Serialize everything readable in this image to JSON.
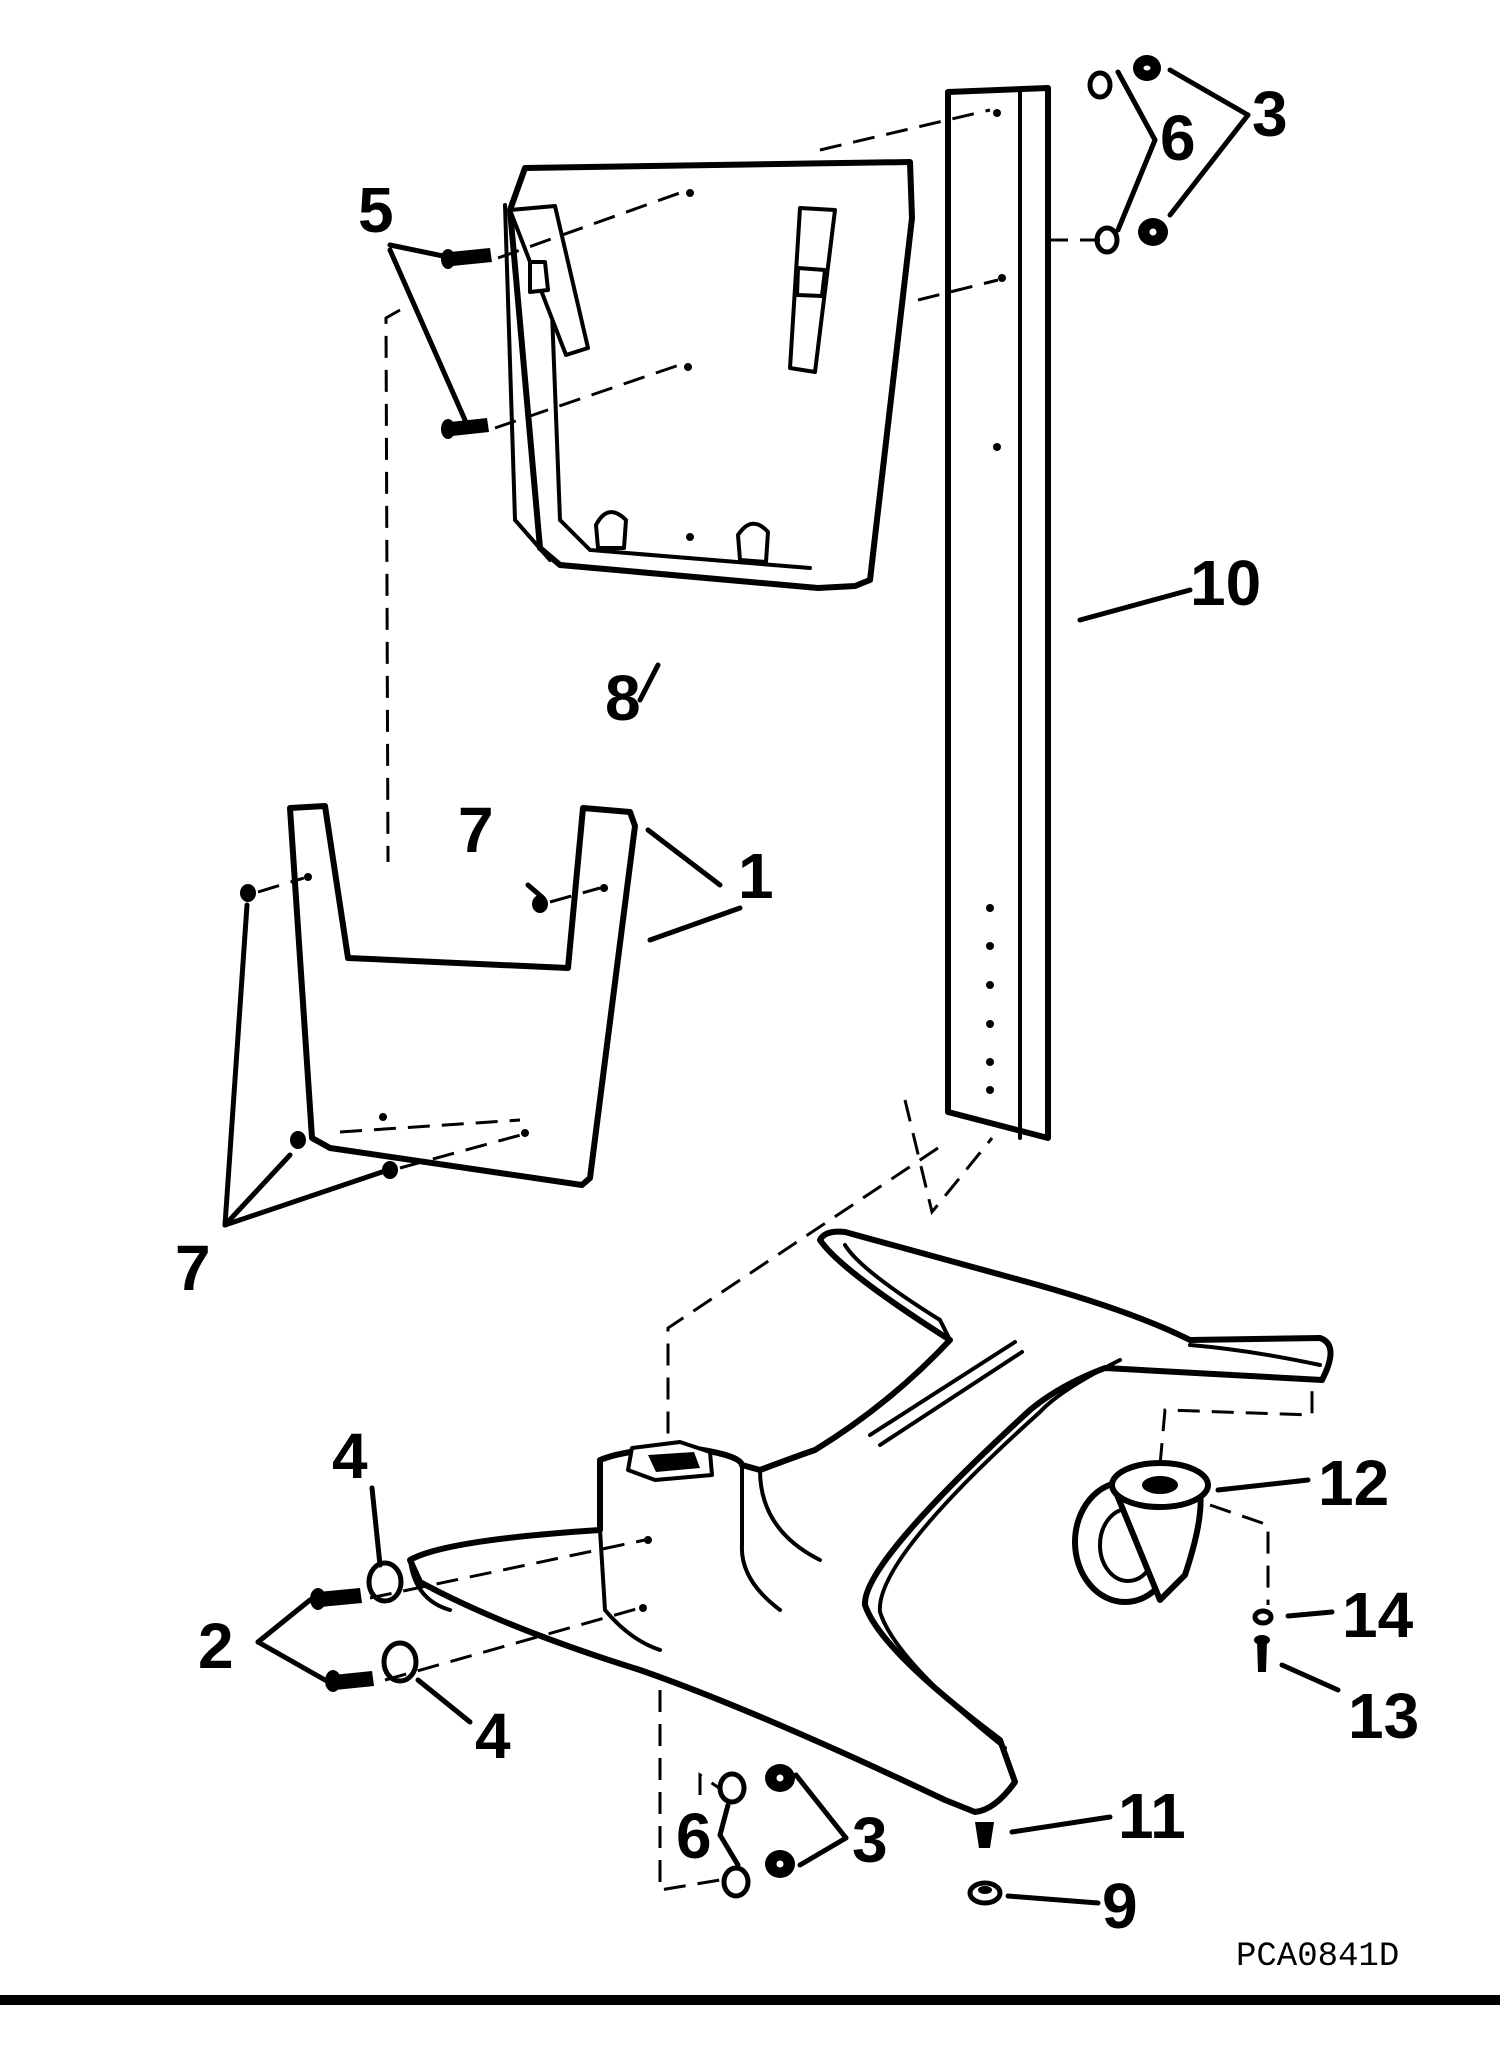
{
  "figure_id": "PCA0841D",
  "callouts": {
    "c1": "1",
    "c2": "2",
    "c3a": "3",
    "c3b": "3",
    "c4a": "4",
    "c4b": "4",
    "c5": "5",
    "c6a": "6",
    "c6b": "6",
    "c7a": "7",
    "c7b": "7",
    "c8": "8",
    "c9": "9",
    "c10": "10",
    "c11": "11",
    "c12": "12",
    "c13": "13",
    "c14": "14"
  }
}
